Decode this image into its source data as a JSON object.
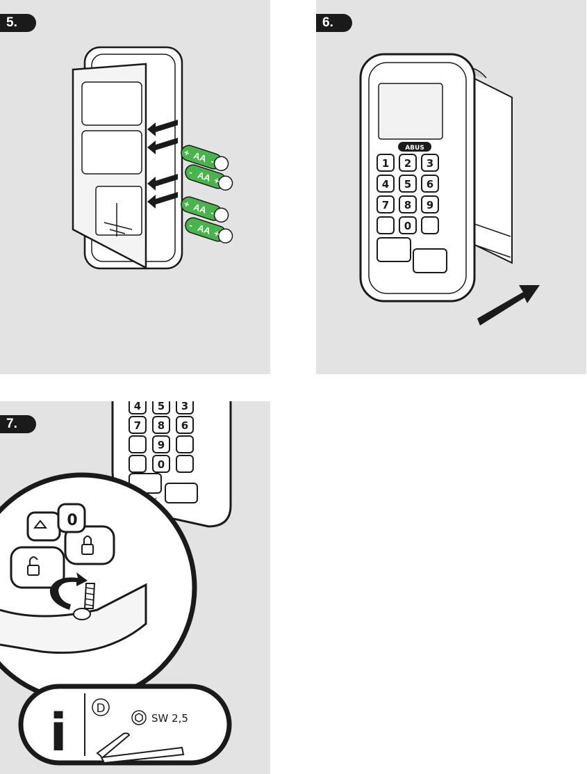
{
  "steps": [
    {
      "number": "5."
    },
    {
      "number": "6."
    },
    {
      "number": "7."
    }
  ],
  "batteries": {
    "type_label": "AA",
    "plus": "+",
    "minus": "-",
    "count": 4,
    "color": "#48b54a"
  },
  "keypad": {
    "brand": "ABUS",
    "keys": [
      "1",
      "2",
      "3",
      "4",
      "5",
      "6",
      "7",
      "8",
      "9",
      "0"
    ]
  },
  "info_box": {
    "icon": "i",
    "country_code": "D",
    "tool_label": "SW 2,5"
  }
}
